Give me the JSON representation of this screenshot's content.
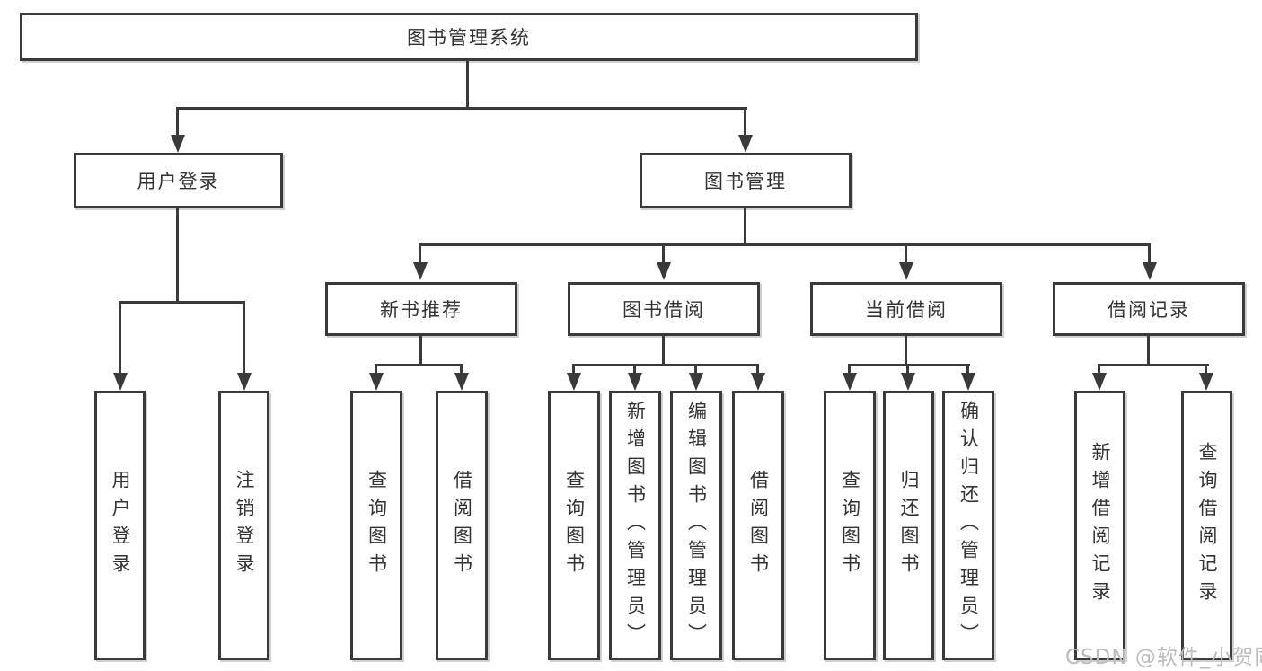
{
  "diagram": {
    "root": {
      "label": "图书管理系统"
    },
    "level2": [
      {
        "label": "用户登录"
      },
      {
        "label": "图书管理"
      }
    ],
    "level3": [
      {
        "label": "新书推荐"
      },
      {
        "label": "图书借阅"
      },
      {
        "label": "当前借阅"
      },
      {
        "label": "借阅记录"
      }
    ],
    "leaves": {
      "user_login": [
        {
          "label": "用户登录"
        },
        {
          "label": "注销登录"
        }
      ],
      "new_book": [
        {
          "label": "查询图书"
        },
        {
          "label": "借阅图书"
        }
      ],
      "book_borrow": [
        {
          "label": "查询图书"
        },
        {
          "label": "新增图书（管理员）"
        },
        {
          "label": "编辑图书（管理员）"
        },
        {
          "label": "借阅图书"
        }
      ],
      "current_borrow": [
        {
          "label": "查询图书"
        },
        {
          "label": "归还图书"
        },
        {
          "label": "确认归还（管理员）"
        }
      ],
      "records": [
        {
          "label": "新增借阅记录"
        },
        {
          "label": "查询借阅记录"
        }
      ]
    },
    "colors": {
      "line": "#3a3a3a",
      "text": "#333333",
      "watermark": "#bcbcbc"
    }
  },
  "watermark": {
    "text": "CSDN @软件_小贺同学"
  }
}
